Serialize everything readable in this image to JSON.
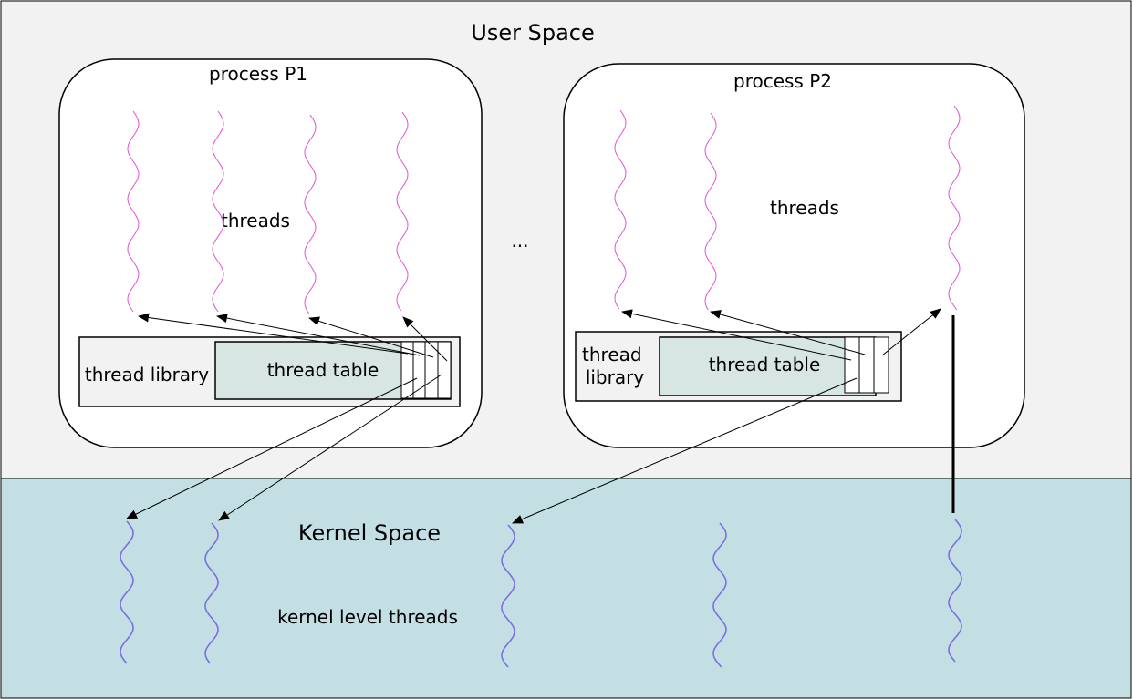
{
  "user_space": {
    "title": "User Space"
  },
  "kernel_space": {
    "title": "Kernel Space",
    "threads_label": "kernel level threads"
  },
  "processes": [
    {
      "name": "process P1",
      "threads_label": "threads",
      "library_label": "thread library",
      "table_label": "thread table"
    },
    {
      "name": "process P2",
      "threads_label": "threads",
      "library_label_lines": [
        "thread",
        "library"
      ],
      "table_label": "thread table"
    }
  ],
  "ellipsis": "...",
  "colors": {
    "user_space_bg": "#f2f2f2",
    "kernel_space_bg": "#c3dfe4",
    "user_thread": "#e052d3",
    "kernel_thread": "#7b6fe0",
    "thread_table_bg": "#d7e6e3",
    "library_bg": "#f2f2f2"
  }
}
